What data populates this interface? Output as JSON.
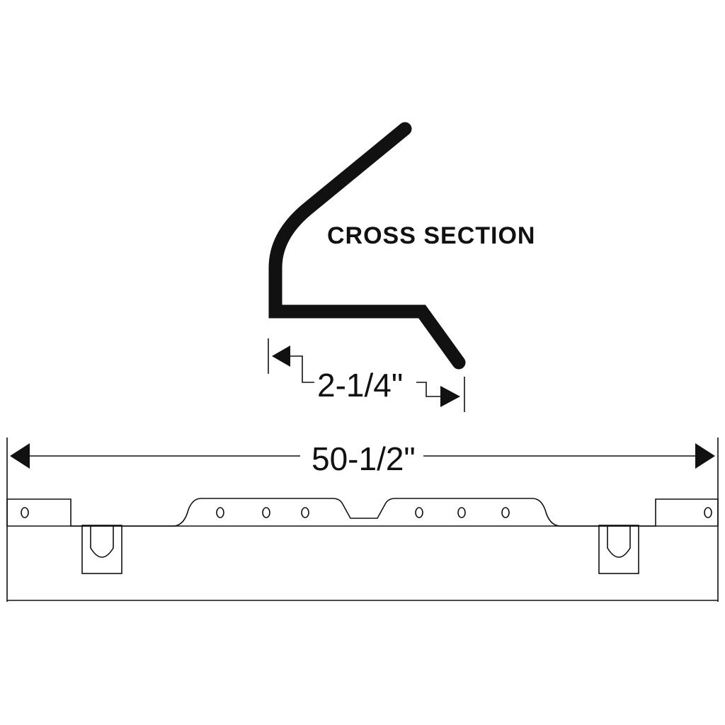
{
  "cross_section": {
    "title": "CROSS SECTION",
    "width_dimension": "2-1/4\""
  },
  "overall": {
    "length_dimension": "50-1/2\""
  },
  "colors": {
    "ink": "#111111",
    "background": "#ffffff"
  },
  "features": {
    "mounting_holes": 8,
    "clip_brackets": 2
  }
}
